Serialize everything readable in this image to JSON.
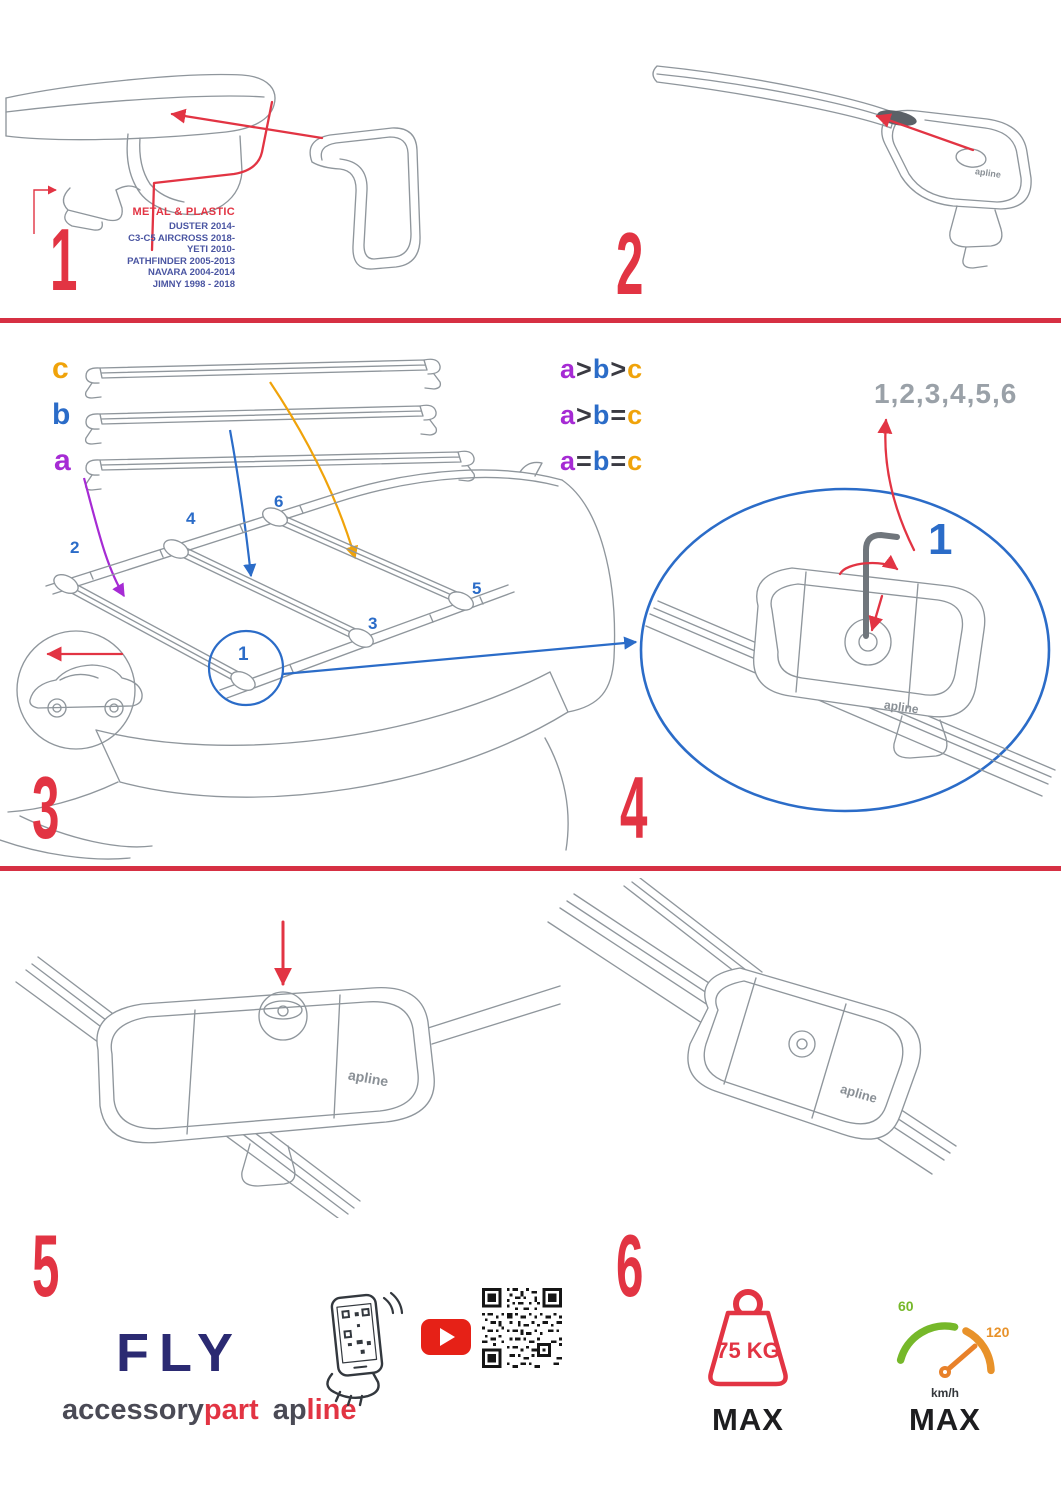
{
  "colors": {
    "red": "#e23443",
    "blue": "#2b6cc8",
    "purple": "#a62bd4",
    "orange": "#f0a30a",
    "navy": "#2b2a72",
    "green": "#76b82a",
    "gauge_orange": "#e8922a"
  },
  "step1_panel": {
    "material": "METAL & PLASTIC",
    "models": [
      "DUSTER 2014-",
      "C3-C5 AIRCROSS 2018-",
      "YETI 2010-",
      "PATHFINDER 2005-2013",
      "NAVARA 2004-2014",
      "JIMNY 1998 - 2018"
    ]
  },
  "steps": {
    "n1": "1",
    "n2": "2",
    "n3": "3",
    "n4": "4",
    "n5": "5",
    "n6": "6"
  },
  "bars": {
    "a": "a",
    "b": "b",
    "c": "c"
  },
  "legend": {
    "r1": {
      "a": "a",
      "o1": ">",
      "b": "b",
      "o2": ">",
      "c": "c"
    },
    "r2": {
      "a": "a",
      "o1": ">",
      "b": "b",
      "o2": "=",
      "c": "c"
    },
    "r3": {
      "a": "a",
      "o1": "=",
      "b": "b",
      "o2": "=",
      "c": "c"
    }
  },
  "positions": {
    "p1": "1",
    "p2": "2",
    "p3": "3",
    "p4": "4",
    "p5": "5",
    "p6": "6"
  },
  "magnifier": {
    "sequence": "1,2,3,4,5,6",
    "highlight": "1"
  },
  "foot_label": "apline",
  "brand": {
    "fly": "FLY",
    "accessory": "accessory",
    "part": "part",
    "ap": "ap",
    "line": "line"
  },
  "limits": {
    "weight": "75 KG",
    "weight_max": "MAX",
    "speed_low": "60",
    "speed_high": "120",
    "speed_unit": "km/h",
    "speed_max": "MAX"
  }
}
